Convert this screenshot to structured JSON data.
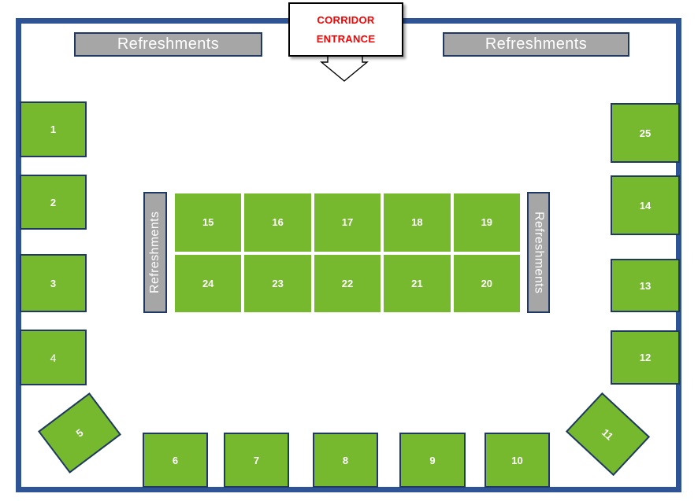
{
  "colors": {
    "booth_green": "#76B82E",
    "booth_border_navy": "#1F3864",
    "wall_blue": "#2F5496",
    "bar_gray": "#A6A6A6",
    "entrance_red": "#FF0000",
    "booth_text": "#FFFFFF"
  },
  "entrance": {
    "line1": "CORRIDOR",
    "line2": "ENTRANCE"
  },
  "refreshments_label": "Refreshments",
  "perimeter_booths": [
    {
      "label": "1",
      "bold": true
    },
    {
      "label": "2",
      "bold": true
    },
    {
      "label": "3",
      "bold": true
    },
    {
      "label": "4",
      "bold": false
    },
    {
      "label": "5",
      "bold": true
    },
    {
      "label": "6",
      "bold": true
    },
    {
      "label": "7",
      "bold": true
    },
    {
      "label": "8",
      "bold": true
    },
    {
      "label": "9",
      "bold": true
    },
    {
      "label": "10",
      "bold": true
    },
    {
      "label": "11",
      "bold": true
    },
    {
      "label": "12",
      "bold": true
    },
    {
      "label": "13",
      "bold": true
    },
    {
      "label": "14",
      "bold": true
    },
    {
      "label": "25",
      "bold": true
    }
  ],
  "center_booths": {
    "rows": [
      [
        "15",
        "16",
        "17",
        "18",
        "19"
      ],
      [
        "24",
        "23",
        "22",
        "21",
        "20"
      ]
    ]
  }
}
